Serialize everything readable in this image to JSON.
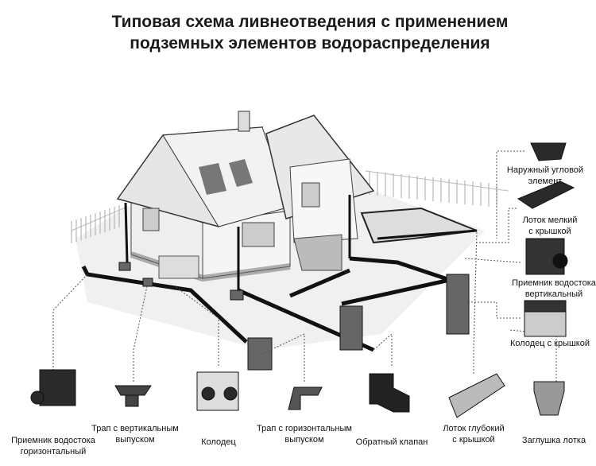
{
  "title": {
    "line1": "Типовая схема ливнеотведения с применением",
    "line2": "подземных элементов водораспределения"
  },
  "components": {
    "outer_corner": {
      "line1": "Наружный угловой",
      "line2": "элемент"
    },
    "shallow_tray": {
      "line1": "Лоток мелкий",
      "line2": "с крышкой"
    },
    "vertical_inlet": {
      "line1": "Приемник водостока",
      "line2": "вертикальный"
    },
    "well_with_cover": {
      "line1": "Колодец с крышкой"
    },
    "tray_plug": {
      "line1": "Заглушка лотка"
    },
    "horizontal_inlet": {
      "line1": "Приемник водостока",
      "line2": "горизонтальный"
    },
    "trap_vertical": {
      "line1": "Трап с вертикальным",
      "line2": "выпуском"
    },
    "well": {
      "line1": "Колодец"
    },
    "trap_horizontal": {
      "line1": "Трап с горизонтальным",
      "line2": "выпуском"
    },
    "check_valve": {
      "line1": "Обратный клапан"
    },
    "deep_tray": {
      "line1": "Лоток глубокий",
      "line2": "с крышкой"
    }
  }
}
